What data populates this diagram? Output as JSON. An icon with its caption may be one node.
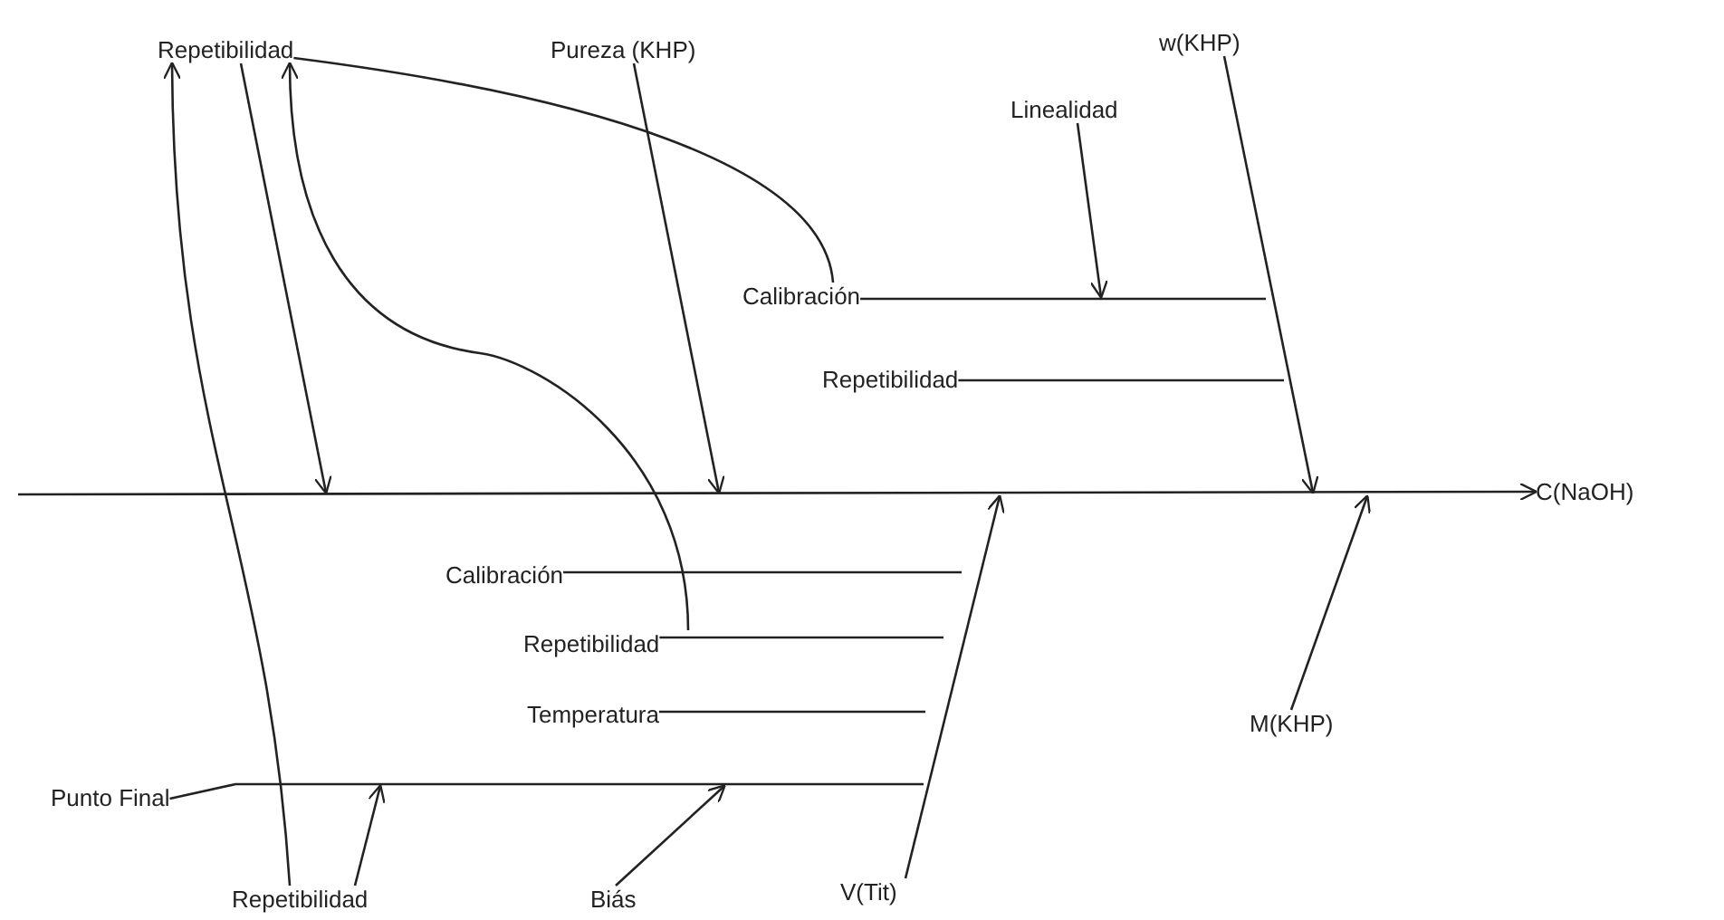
{
  "diagram": {
    "nodes": [
      {
        "text": [
          "Repetibilidad"
        ]
      },
      {
        "text": [
          "Pureza (KHP)"
        ]
      },
      {
        "text": [
          "w(KHP)"
        ]
      },
      {
        "text": [
          "Linealidad"
        ]
      },
      {
        "text": [
          "Calibración"
        ]
      },
      {
        "text": [
          "Repetibilidad"
        ]
      },
      {
        "text": [
          "C(NaOH)"
        ]
      },
      {
        "text": [
          "Calibración"
        ]
      },
      {
        "text": [
          "Repetibilidad"
        ]
      },
      {
        "text": [
          "Temperatura"
        ]
      },
      {
        "text": [
          "M(KHP)"
        ]
      },
      {
        "text": [
          "Punto Final"
        ]
      },
      {
        "text": [
          "Repetibilidad"
        ]
      },
      {
        "text": [
          "Biás"
        ]
      },
      {
        "text": [
          "V(Tit)"
        ]
      }
    ],
    "edges": [
      {
        "from": null,
        "to": 6,
        "arrow": "to"
      },
      {
        "from": 0,
        "to": null,
        "arrow": "to"
      },
      {
        "from": 1,
        "to": null,
        "arrow": "to"
      },
      {
        "from": 2,
        "to": null,
        "arrow": "to"
      },
      {
        "from": 3,
        "to": null,
        "arrow": "to"
      },
      {
        "from": 4,
        "to": null,
        "arrow": "none"
      },
      {
        "from": 5,
        "to": null,
        "arrow": "none"
      },
      {
        "from": 7,
        "to": null,
        "arrow": "none"
      },
      {
        "from": 8,
        "to": null,
        "arrow": "none"
      },
      {
        "from": 9,
        "to": null,
        "arrow": "none"
      },
      {
        "from": 14,
        "to": null,
        "arrow": "to"
      },
      {
        "from": 11,
        "to": null,
        "arrow": "none"
      },
      {
        "from": 12,
        "to": null,
        "arrow": "to"
      },
      {
        "from": 13,
        "to": null,
        "arrow": "to"
      },
      {
        "from": 10,
        "to": null,
        "arrow": "to"
      },
      {
        "from": 12,
        "to": 0,
        "arrow": "to"
      },
      {
        "from": 8,
        "to": 0,
        "arrow": "to"
      },
      {
        "from": 4,
        "to": 0,
        "arrow": "none"
      }
    ]
  }
}
